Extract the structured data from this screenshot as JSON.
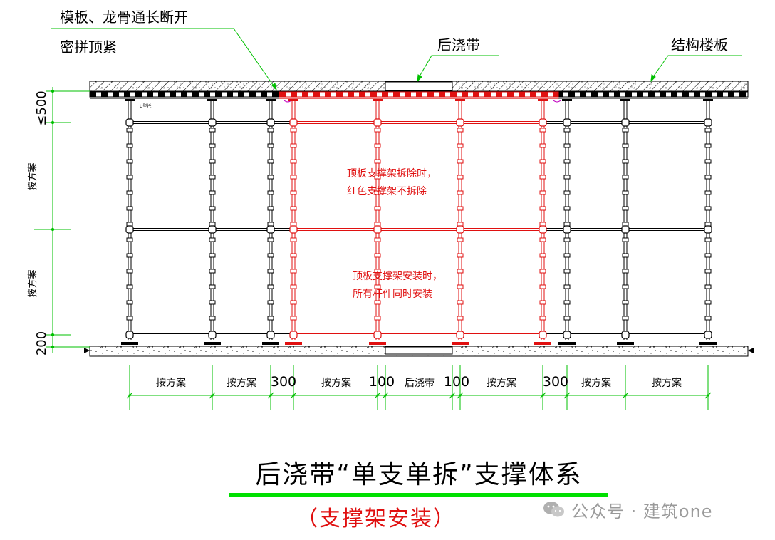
{
  "labels": {
    "formwork_note_line1": "模板、龙骨通长断开",
    "formwork_note_line2": "密拼顶紧",
    "post_pour_strip": "后浇带",
    "structural_slab": "结构楼板",
    "u_head": "U型托"
  },
  "vertical_dims": {
    "top": "≤500",
    "middle_upper": "按方案",
    "middle_lower": "按方案",
    "bottom": "200"
  },
  "notes": {
    "removal_line1": "顶板支撑架拆除时，",
    "removal_line2": "红色支撑架不拆除",
    "install_line1": "顶板支撑架安装时，",
    "install_line2": "所有杆件同时安装"
  },
  "horizontal_dims": [
    "按方案",
    "按方案",
    "300",
    "按方案",
    "100",
    "后浇带",
    "100",
    "按方案",
    "300",
    "按方案",
    "按方案"
  ],
  "title": {
    "main": "后浇带“单支单拆”支撑体系",
    "sub": "（支撑架安装）"
  },
  "watermark": {
    "text": "公众号 · 建筑one",
    "icon": "wechat-icon"
  },
  "colors": {
    "red_frame": "#e01010",
    "dimension_green": "#00c000",
    "title_underline": "#00e000",
    "slab_hatch": "#000000"
  }
}
